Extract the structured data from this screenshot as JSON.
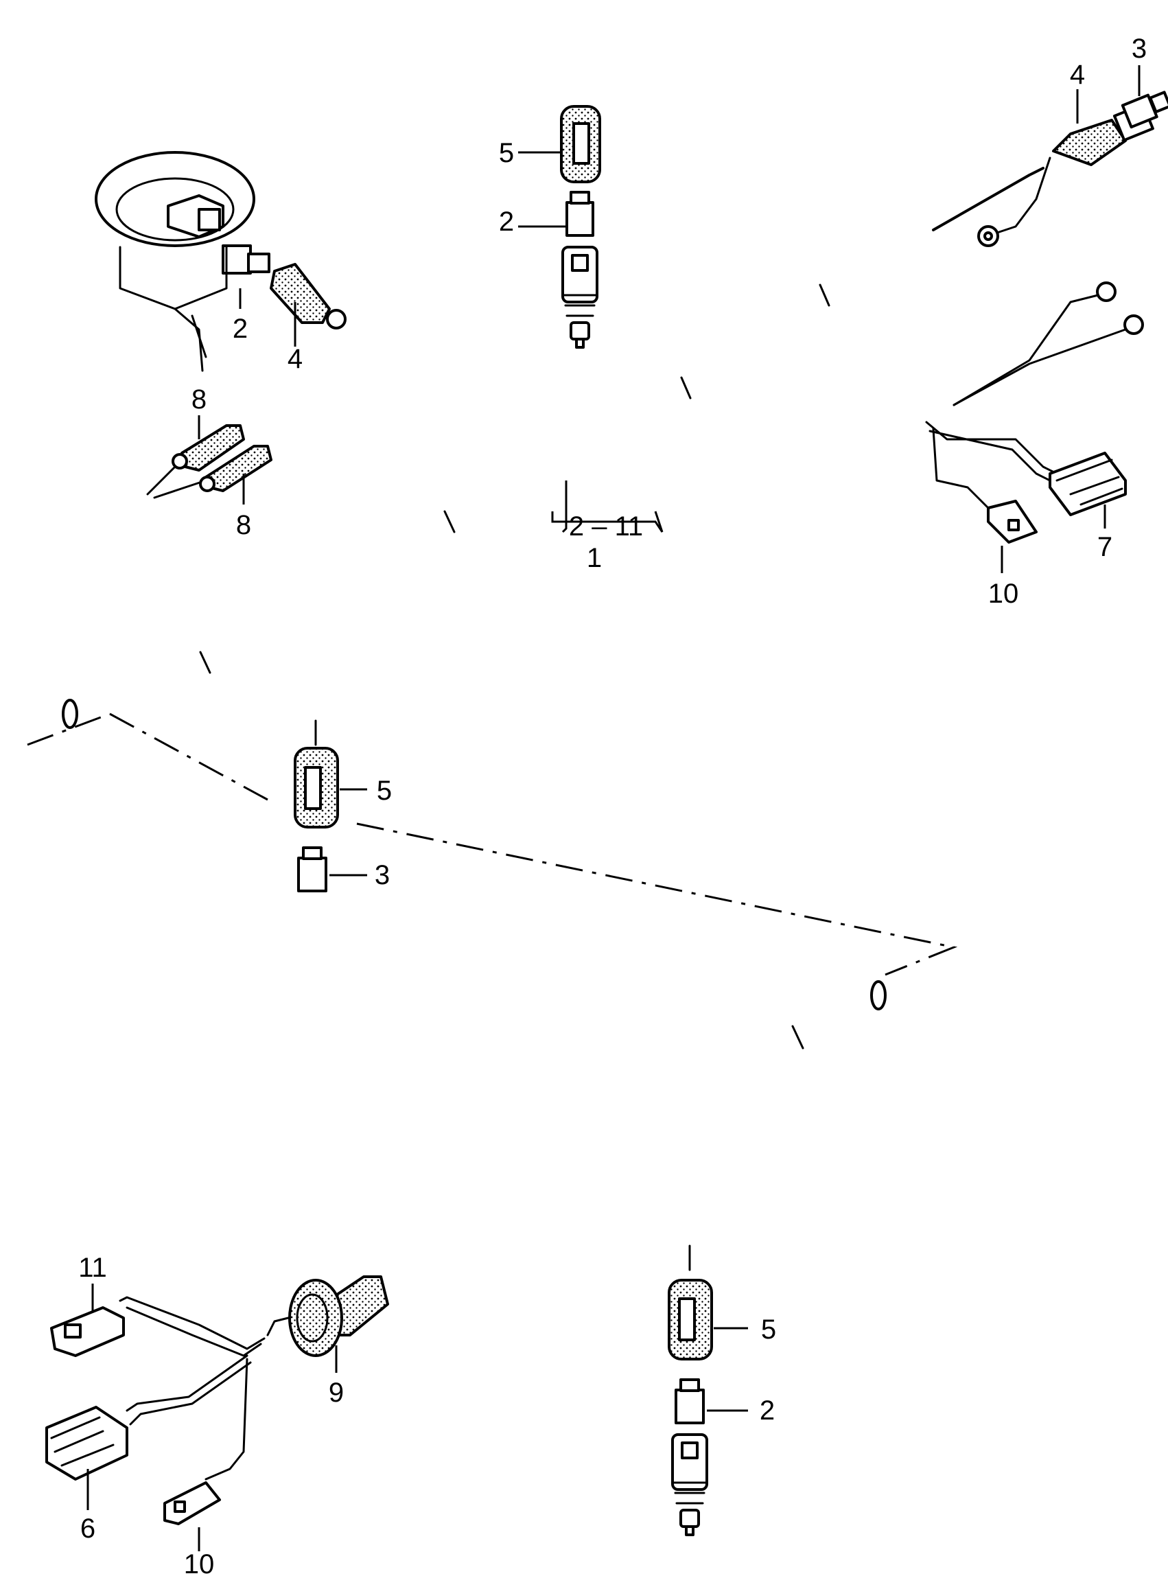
{
  "labels": {
    "l1": "1",
    "l2_11": "2 – 11",
    "l2a": "2",
    "l2b": "2",
    "l2c": "2",
    "l3a": "3",
    "l3b": "3",
    "l4a": "4",
    "l4b": "4",
    "l5a": "5",
    "l5b": "5",
    "l5c": "5",
    "l6": "6",
    "l7": "7",
    "l8a": "8",
    "l8b": "8",
    "l9": "9",
    "l10a": "10",
    "l10b": "10",
    "l11": "11"
  },
  "colors": {
    "line": "#000000",
    "background": "#ffffff"
  }
}
